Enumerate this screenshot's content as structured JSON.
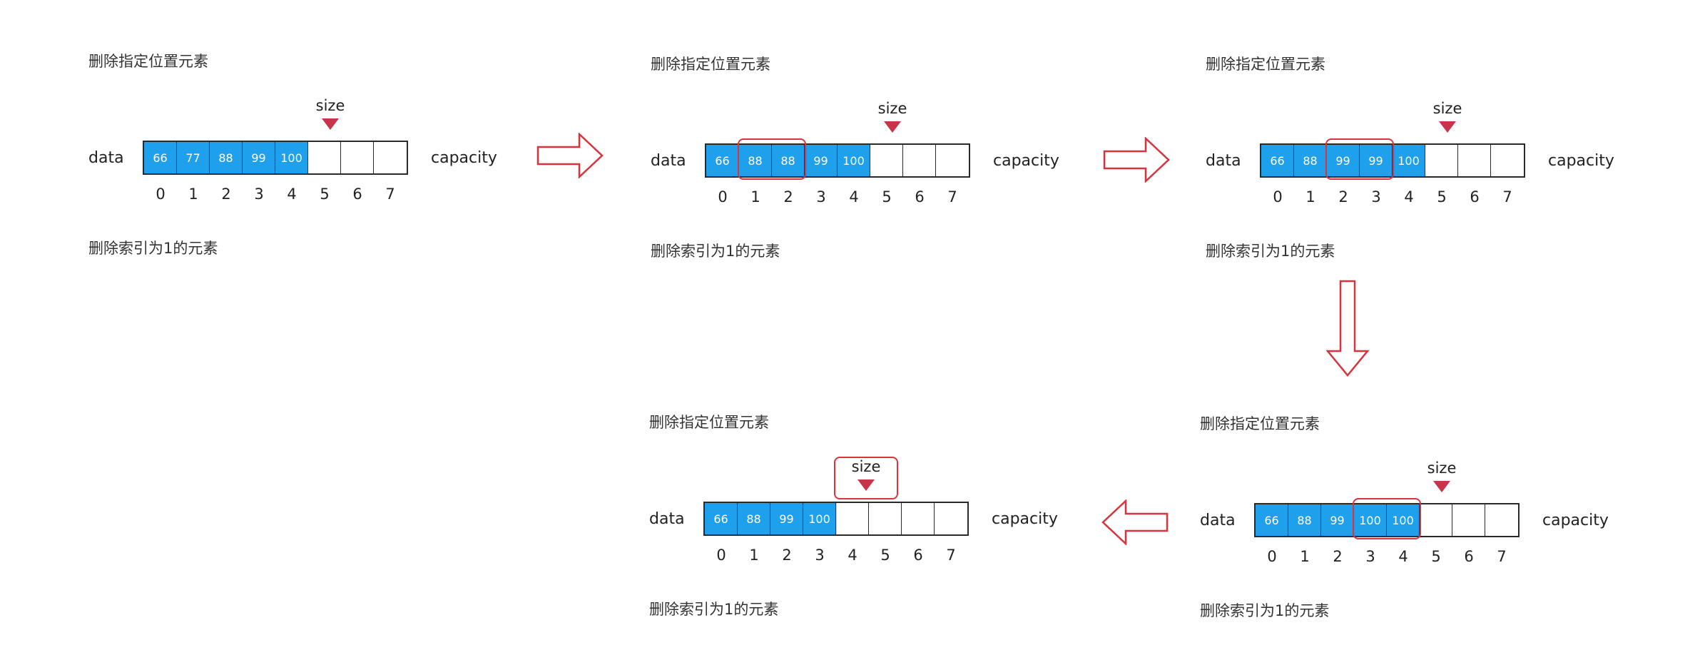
{
  "colors": {
    "filled": "#1ea0ec",
    "arrow": "#d9333c",
    "marker": "#c8344a"
  },
  "labels": {
    "title": "删除指定位置元素",
    "caption": "删除索引为1的元素",
    "data": "data",
    "capacity": "capacity",
    "size": "size"
  },
  "panels": [
    {
      "cells": [
        "66",
        "77",
        "88",
        "99",
        "100",
        "",
        "",
        ""
      ],
      "indices": [
        "0",
        "1",
        "2",
        "3",
        "4",
        "5",
        "6",
        "7"
      ]
    },
    {
      "cells": [
        "66",
        "88",
        "88",
        "99",
        "100",
        "",
        "",
        ""
      ],
      "indices": [
        "0",
        "1",
        "2",
        "3",
        "4",
        "5",
        "6",
        "7"
      ]
    },
    {
      "cells": [
        "66",
        "88",
        "99",
        "99",
        "100",
        "",
        "",
        ""
      ],
      "indices": [
        "0",
        "1",
        "2",
        "3",
        "4",
        "5",
        "6",
        "7"
      ]
    },
    {
      "cells": [
        "66",
        "88",
        "99",
        "100",
        "100",
        "",
        "",
        ""
      ],
      "indices": [
        "0",
        "1",
        "2",
        "3",
        "4",
        "5",
        "6",
        "7"
      ]
    },
    {
      "cells": [
        "66",
        "88",
        "99",
        "100",
        "",
        "",
        "",
        ""
      ],
      "indices": [
        "0",
        "1",
        "2",
        "3",
        "4",
        "5",
        "6",
        "7"
      ]
    }
  ]
}
